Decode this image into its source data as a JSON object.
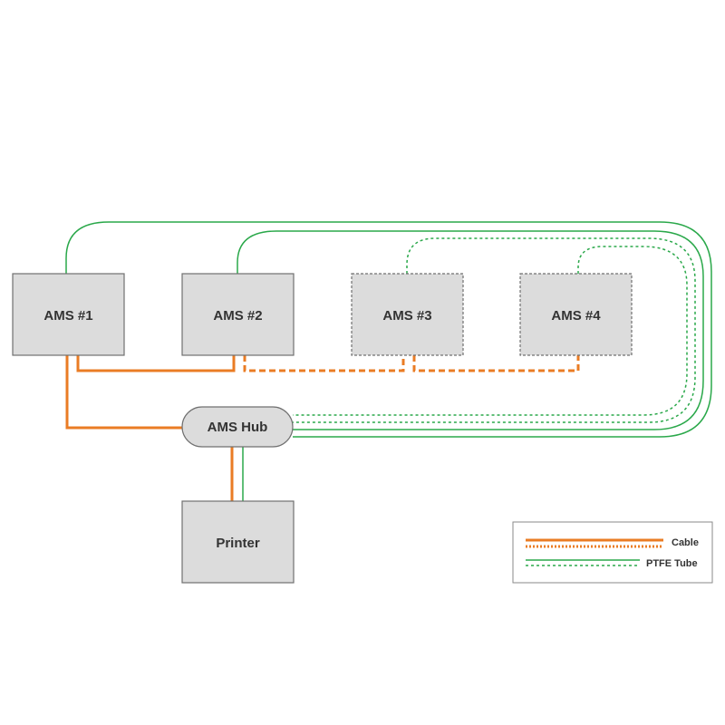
{
  "colors": {
    "cable": "#ea7c24",
    "ptfe": "#2aa84a",
    "box_fill": "#dcdcdc",
    "box_stroke": "#707070",
    "legend_stroke": "#8a8a8a"
  },
  "nodes": {
    "ams1": "AMS #1",
    "ams2": "AMS #2",
    "ams3": "AMS #3",
    "ams4": "AMS #4",
    "hub": "AMS Hub",
    "printer": "Printer"
  },
  "legend": {
    "cable": "Cable",
    "ptfe": "PTFE Tube"
  }
}
